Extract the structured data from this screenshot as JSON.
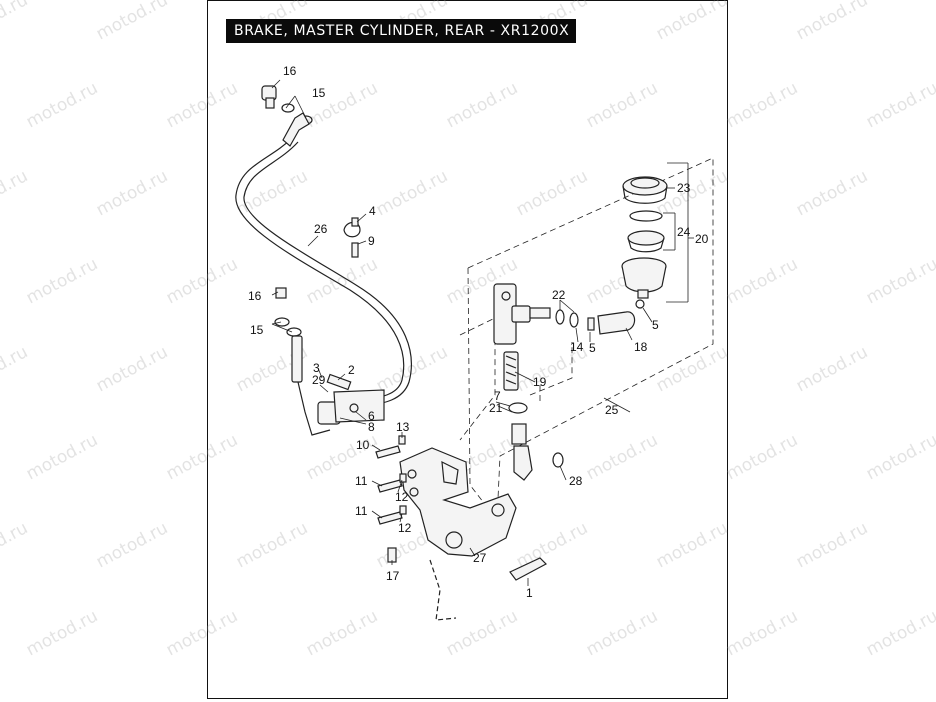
{
  "title": "BRAKE, MASTER CYLINDER, REAR - XR1200X",
  "watermark": "motod.ru",
  "callouts": [
    {
      "id": "c1",
      "text": "1"
    },
    {
      "id": "c2",
      "text": "2"
    },
    {
      "id": "c3",
      "text": "3"
    },
    {
      "id": "c4",
      "text": "4"
    },
    {
      "id": "c5a",
      "text": "5"
    },
    {
      "id": "c5b",
      "text": "5"
    },
    {
      "id": "c6",
      "text": "6"
    },
    {
      "id": "c7",
      "text": "7"
    },
    {
      "id": "c8",
      "text": "8"
    },
    {
      "id": "c9",
      "text": "9"
    },
    {
      "id": "c10",
      "text": "10"
    },
    {
      "id": "c11a",
      "text": "11"
    },
    {
      "id": "c11b",
      "text": "11"
    },
    {
      "id": "c12a",
      "text": "12"
    },
    {
      "id": "c12b",
      "text": "12"
    },
    {
      "id": "c13",
      "text": "13"
    },
    {
      "id": "c14",
      "text": "14"
    },
    {
      "id": "c15a",
      "text": "15"
    },
    {
      "id": "c15b",
      "text": "15"
    },
    {
      "id": "c16a",
      "text": "16"
    },
    {
      "id": "c16b",
      "text": "16"
    },
    {
      "id": "c17",
      "text": "17"
    },
    {
      "id": "c18",
      "text": "18"
    },
    {
      "id": "c19",
      "text": "19"
    },
    {
      "id": "c20",
      "text": "20"
    },
    {
      "id": "c21",
      "text": "21"
    },
    {
      "id": "c22",
      "text": "22"
    },
    {
      "id": "c23",
      "text": "23"
    },
    {
      "id": "c24",
      "text": "24"
    },
    {
      "id": "c25",
      "text": "25"
    },
    {
      "id": "c26",
      "text": "26"
    },
    {
      "id": "c27",
      "text": "27"
    },
    {
      "id": "c28",
      "text": "28"
    },
    {
      "id": "c29",
      "text": "29"
    }
  ]
}
